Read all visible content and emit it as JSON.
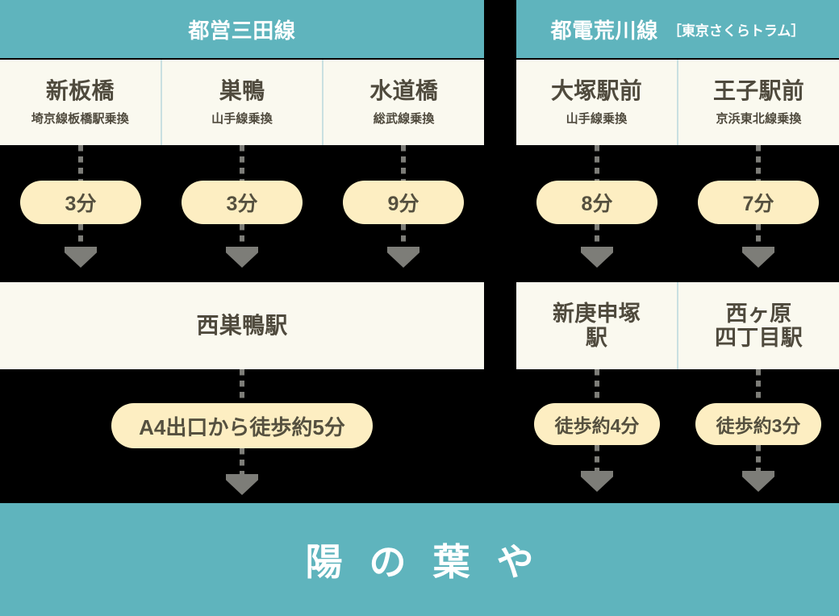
{
  "colors": {
    "teal": "#5fb4bd",
    "cream": "#faf9ef",
    "pill": "#fdeec2",
    "text_dark": "#4f4a3d",
    "divider": "#c9e0e1",
    "arrow_gray": "#7d7d78",
    "background": "#000000"
  },
  "lines": [
    {
      "header": {
        "name": "都営三田線",
        "sub": ""
      },
      "stations": [
        {
          "name": "新板橋",
          "transfer": "埼京線板橋駅乗換",
          "ride_time": "3分"
        },
        {
          "name": "巣鴨",
          "transfer": "山手線乗換",
          "ride_time": "3分"
        },
        {
          "name": "水道橋",
          "transfer": "総武線乗換",
          "ride_time": "9分"
        }
      ],
      "destinations": [
        {
          "name": "西巣鴨駅",
          "walk": "A4出口から徒歩約5分"
        }
      ]
    },
    {
      "header": {
        "name": "都電荒川線",
        "sub": "［東京さくらトラム］"
      },
      "stations": [
        {
          "name": "大塚駅前",
          "transfer": "山手線乗換",
          "ride_time": "8分"
        },
        {
          "name": "王子駅前",
          "transfer": "京浜東北線乗換",
          "ride_time": "7分"
        }
      ],
      "destinations": [
        {
          "name": "新庚申塚\n駅",
          "walk": "徒歩約4分"
        },
        {
          "name": "西ヶ原\n四丁目駅",
          "walk": "徒歩約3分"
        }
      ]
    }
  ],
  "footer": {
    "shop_name": "陽 の 葉 や"
  }
}
